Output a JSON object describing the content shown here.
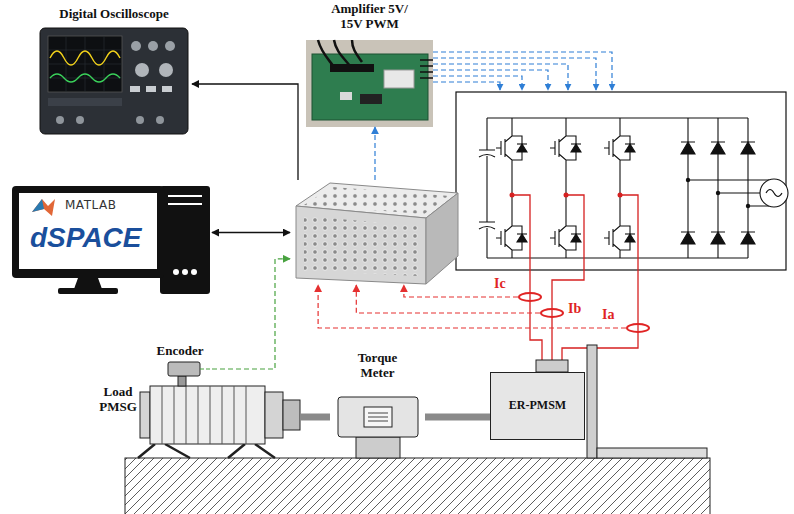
{
  "diagram": {
    "nodes": [
      {
        "text": [
          "Digital Oscilloscope"
        ]
      },
      {
        "text": [
          "Amplifier 5V/ 15V PWM"
        ]
      },
      {
        "text": [
          "MATLAB",
          "dSPACE"
        ]
      },
      {
        "text": []
      },
      {
        "text": [
          "Ic"
        ]
      },
      {
        "text": [
          "Ib"
        ]
      },
      {
        "text": [
          "Ia"
        ]
      },
      {
        "text": [
          "Encoder"
        ]
      },
      {
        "text": [
          "Torque Meter"
        ]
      },
      {
        "text": [
          "Load PMSG"
        ]
      },
      {
        "text": [
          "ER-PMSM"
        ]
      }
    ],
    "edges": [
      {
        "from": 3,
        "to": 0,
        "arrow": "to"
      },
      {
        "from": 2,
        "to": 3,
        "arrow": "both"
      },
      {
        "from": 3,
        "to": 1,
        "arrow": "to"
      },
      {
        "from": 7,
        "to": 3,
        "arrow": "to"
      },
      {
        "from": 4,
        "to": 3,
        "arrow": "to"
      },
      {
        "from": 5,
        "to": 3,
        "arrow": "to"
      },
      {
        "from": 6,
        "to": 3,
        "arrow": "to"
      },
      {
        "from": 9,
        "to": 8,
        "arrow": "none"
      },
      {
        "from": 8,
        "to": 10,
        "arrow": "none"
      }
    ]
  }
}
